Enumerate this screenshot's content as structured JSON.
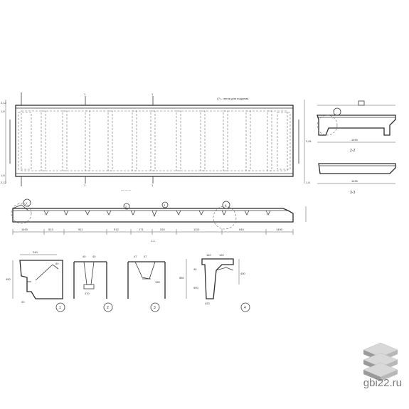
{
  "site": {
    "watermark": "gbi22.ru"
  },
  "plan": {
    "note": "(?) - петли для подъема",
    "left_dims": [
      "2,12",
      "1,8",
      "1,8",
      "2,12"
    ],
    "right_dims": [
      "2,61",
      "1,8"
    ],
    "axis_marks": [
      "1",
      "1",
      "1",
      "1"
    ]
  },
  "elevation": {
    "dims": [
      "1490",
      "513",
      "911",
      "512",
      "171",
      "510",
      "1110",
      "640",
      "1490"
    ],
    "section_label": "1-1",
    "callouts": [
      "1",
      "2",
      "3",
      "4"
    ]
  },
  "sections": {
    "top_label": "2-2",
    "bottom_label": "3-3",
    "width_top": "1490",
    "width_bottom": "1490"
  },
  "details": {
    "labels": [
      "1",
      "2",
      "3",
      "4"
    ],
    "d1_dims": [
      "240",
      "450",
      "80",
      "20"
    ],
    "d2_dims": [
      "40",
      "40",
      "170"
    ],
    "d3_dims": [
      "47",
      "47",
      "150"
    ],
    "d4_dims": [
      "140",
      "120",
      "550",
      "400",
      "45",
      "900",
      "420"
    ]
  }
}
